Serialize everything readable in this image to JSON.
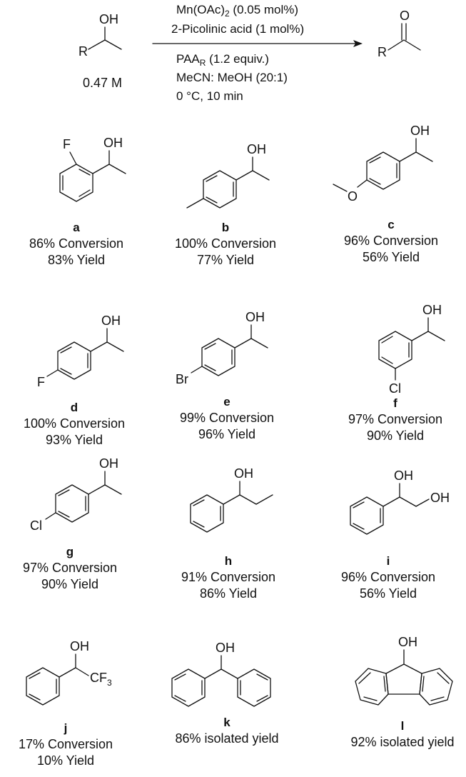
{
  "reaction": {
    "reactant_oh": "OH",
    "reactant_r": "R",
    "concentration": "0.47 M",
    "product_o": "O",
    "product_r": "R",
    "conditions_above": [
      "Mn(OAc)",
      "2",
      " (0.05 mol%)",
      "2-Picolinic acid (1 mol%)"
    ],
    "cond_above_1": "Mn(OAc)",
    "cond_above_1_sub": "2",
    "cond_above_1_rest": " (0.05 mol%)",
    "cond_above_2": "2-Picolinic acid (1 mol%)",
    "cond_below_1": "PAA",
    "cond_below_1_sub": "R",
    "cond_below_1_rest": " (1.2 equiv.)",
    "cond_below_2": "MeCN: MeOH (20:1)",
    "cond_below_3": "0 °C, 10 min"
  },
  "atoms": {
    "F": "F",
    "OH": "OH",
    "O": "O",
    "Br": "Br",
    "Cl": "Cl",
    "CF": "CF",
    "three": "3"
  },
  "compounds": [
    {
      "label": "a",
      "line1": "86% Conversion",
      "line2": "83% Yield"
    },
    {
      "label": "b",
      "line1": "100% Conversion",
      "line2": "77% Yield"
    },
    {
      "label": "c",
      "line1": "96% Conversion",
      "line2": "56% Yield"
    },
    {
      "label": "d",
      "line1": "100% Conversion",
      "line2": "93% Yield"
    },
    {
      "label": "e",
      "line1": "99% Conversion",
      "line2": "96% Yield"
    },
    {
      "label": "f",
      "line1": "97% Conversion",
      "line2": "90% Yield"
    },
    {
      "label": "g",
      "line1": "97% Conversion",
      "line2": "90% Yield"
    },
    {
      "label": "h",
      "line1": "91% Conversion",
      "line2": "86% Yield"
    },
    {
      "label": "i",
      "line1": "96% Conversion",
      "line2": "56% Yield"
    },
    {
      "label": "j",
      "line1": "17% Conversion",
      "line2": "10% Yield"
    },
    {
      "label": "k",
      "line1": "86% isolated yield",
      "line2": ""
    },
    {
      "label": "l",
      "line1": "92% isolated yield",
      "line2": ""
    }
  ]
}
